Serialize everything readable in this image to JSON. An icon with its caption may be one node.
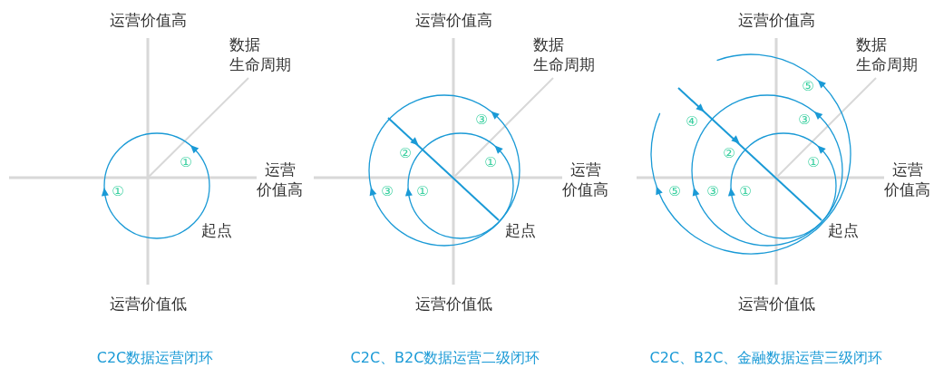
{
  "diagram": {
    "labels": [
      "运营价值高",
      "数据生命周期",
      "①",
      "运营价值高",
      "①",
      "起点",
      "运营价值低",
      "C2C数据运营闭环",
      "运营价值高",
      "数据生命周期",
      "③",
      "②",
      "①",
      "运营价值高",
      "③",
      "①",
      "起点",
      "运营价值低",
      "C2C、B2C数据运营二级闭环",
      "运营价值高",
      "数据生命周期",
      "⑤",
      "④",
      "③",
      "②",
      "①",
      "运营价值高",
      "⑤",
      "③",
      "①",
      "起点",
      "运营价值低",
      "C2C、B2C、金融数据运营三级闭环"
    ]
  }
}
